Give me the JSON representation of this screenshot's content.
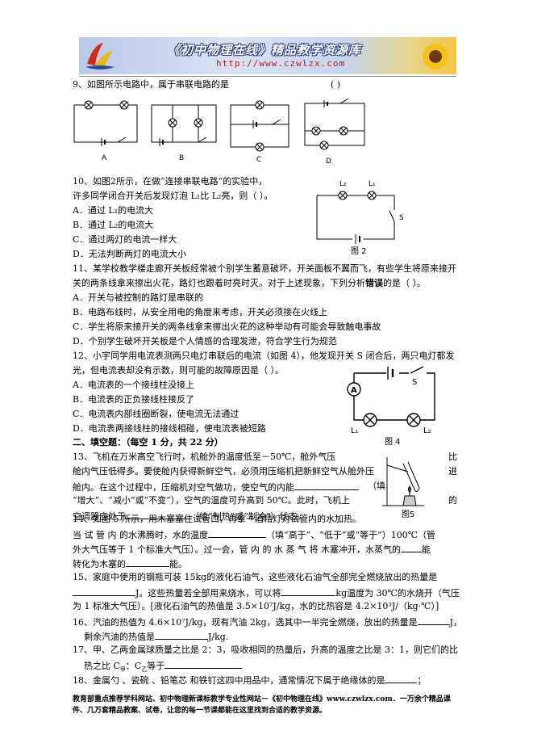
{
  "header": {
    "title": "《初中物理在线》精品教学资源库",
    "url": "http://www.czwlzx.com"
  },
  "q9": {
    "text": "9、如图所示电路中，属于串联电路的是",
    "paren": "(      )",
    "labels": [
      "A",
      "B",
      "C",
      "D"
    ]
  },
  "q10": {
    "l1": "10、如图2所示，在做“连接串联电路”的实验中，",
    "l2": "许多同学闭合开关后发现灯泡 L₁比 L₂亮，则（      ）。",
    "a": "A．通过 L₁的电流大",
    "b": "B．通过 L₂的电流大",
    "c": "C．通过两灯的电流一样大",
    "d": "D．无法判断两灯的电流大小",
    "fig_label": "图 2",
    "fig_L2": "L₂",
    "fig_L1": "L₁",
    "fig_S": "S"
  },
  "q11": {
    "l1": "11、某学校教学楼走廊开关板经常被个别学生蓄意破坏，开关面板不翼而飞，有些学生将原来接开",
    "l2a": "关的两条线拿来擦出火花，路灯也跟着时亮时灭。对于上述现象，下列分析",
    "l2b": "错误",
    "l2c": "的是（      ）。",
    "a": "A．开关与被控制的路灯是串联的",
    "b": "B．电路布线时，从安全用电的角度来考虑，开关必须接在火线上",
    "c": "C．学生将原来接开关的两条线拿来擦出火花的这种举动有可能会导致触电事故",
    "d": "D．个别学生破坏开关板是个人情感的合理发泄，符合学生行为规范"
  },
  "q12": {
    "l1": "12、小宇同学用电流表测两只电灯串联后的电流（如图 4），他发现开关 S 闭合后，两只电灯都发",
    "l2": "光，但电流表却没有示数，则可能的故障原因是（           ）。",
    "a": "A．电流表的一个接线柱没接上",
    "b": "B．电流表的正负接线柱接反了",
    "c": "C．电流表内部线圈断裂，使电流无法通过",
    "d": "D．电流表两接线柱的接线相碰，使电流表被短路",
    "fig_label": "图 4",
    "fig_A": "A",
    "fig_S": "S",
    "fig_L1": "L₁",
    "fig_L2": "L₂"
  },
  "section2": "二、填空题：（每空 1 分，共 22 分）",
  "q13": {
    "l1a": "13、飞机在万米高空飞行时，机舱外的温度低至－50℃，舱外气压",
    "l1b": "比",
    "l2a": "舱内气压低得多。要使舱内获得新鲜空气，必须用压缩机把新鲜空气从舱外压",
    "l2b": "进",
    "l3a": "舱内。在这个过程中，压缩机对空气做功，使空气的内能",
    "l3b": "（填",
    "l4a": "“增大”、“减小”或“不变”），空气的温度可升高到 50℃。此时，飞机上",
    "l4b": "的",
    "l5a": "空调器应处于",
    "l5b": "（填“制热”或“制冷”）状态。"
  },
  "q14": {
    "l1": "14、如图 5 所示，用木塞塞住试管口，再拿一酒精灯对试管内的水加热。",
    "fig_label": "图5",
    "l2a": "当 试 管 内 的水沸腾时，水的温度",
    "l2b": "（填“高于”、“低于”或“等于”）100℃（管",
    "l3a": "外大气压等于 1 个标准大气压）。过一会，管 内 的 水 蒸 气 将 木塞冲开，水蒸气的",
    "l3b": "能",
    "l4a": "转化为木塞的",
    "l4b": "能。"
  },
  "q15": {
    "l1": "15、家庭中使用的钢瓶可装 15kg的液化石油气，这些液化石油气全部完全燃烧放出的热量是",
    "l2a": "J。这些热量若全部用来烧水，可以将",
    "l2b": "kg温度为 30℃的水烧开（气压",
    "l3": "为 1 标准大气压）。[液化石油气的热值是 3.5×10⁷J/kg，水的比热容是 4.2×10³J/（kg·℃）]"
  },
  "q16": {
    "l1a": "16、汽油的热值为 4.6×10⁷J/kg，现有汽油 2kg，选其中一半完全燃烧，放出的热量是",
    "l1b": "J，",
    "l2a": "剩余汽油的热值是",
    "l2b": "J/kg."
  },
  "q17": {
    "l1": "17、甲、乙两金属球质量之比是 2：3，吸收相同的热量后，升高的温度之比是 3：1，则它们的比",
    "l2a": "热之比 C",
    "sub1": "甲",
    "l2b": "：C",
    "sub2": "乙",
    "l2c": "等于"
  },
  "q18": {
    "l1a": "18、金属勺 、瓷碗 、铅笔芯 和铁钉这四中用品中，通常情况下属于绝缘体的是",
    "l1b": "；"
  },
  "footer": {
    "l1": "教育部重点推荐学科网站、初中物理新课标教学专业性网站－《初中物理在线》www.czwlzx.com．一万余个精品课",
    "l2": "件、几万套精品教案、试卷，让您的每一节课都能在这里找到合适的教学资源。"
  }
}
